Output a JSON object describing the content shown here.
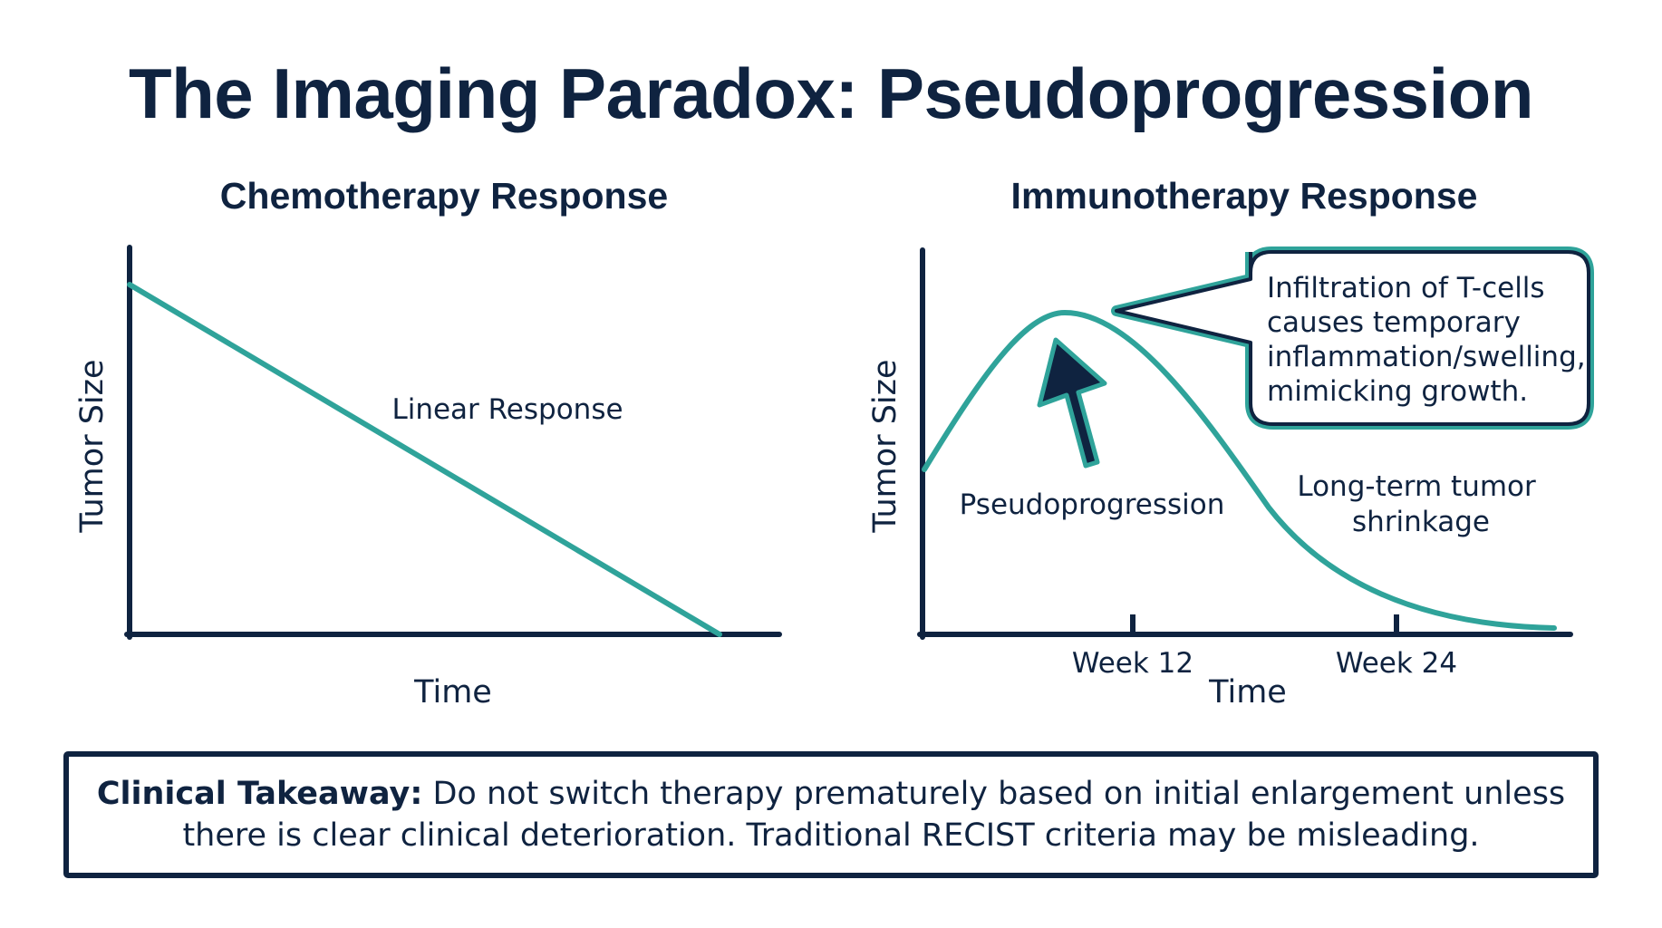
{
  "title": "The Imaging Paradox: Pseudoprogression",
  "colors": {
    "curve": "#2fa39a",
    "ink": "#0f2340",
    "background": "#ffffff"
  },
  "left_panel": {
    "heading": "Chemotherapy Response",
    "y_label": "Tumor Size",
    "x_label": "Time",
    "curve_label": "Linear Response"
  },
  "right_panel": {
    "heading": "Immunotherapy Response",
    "y_label": "Tumor Size",
    "x_label": "Time",
    "ticks": [
      "Week 12",
      "Week 24"
    ],
    "peak_label": "Pseudoprogression",
    "arrow_icon": "up-arrow-icon",
    "callout_lines": [
      "Infiltration of T-cells",
      "causes temporary",
      "inflammation/swelling,",
      "mimicking growth."
    ],
    "tail_label_lines": [
      "Long-term tumor",
      "shrinkage"
    ]
  },
  "takeaway": {
    "label": "Clinical Takeaway:",
    "text": " Do not switch therapy prematurely based on initial enlargement unless there is clear clinical deterioration. Traditional RECIST criteria may be misleading."
  }
}
